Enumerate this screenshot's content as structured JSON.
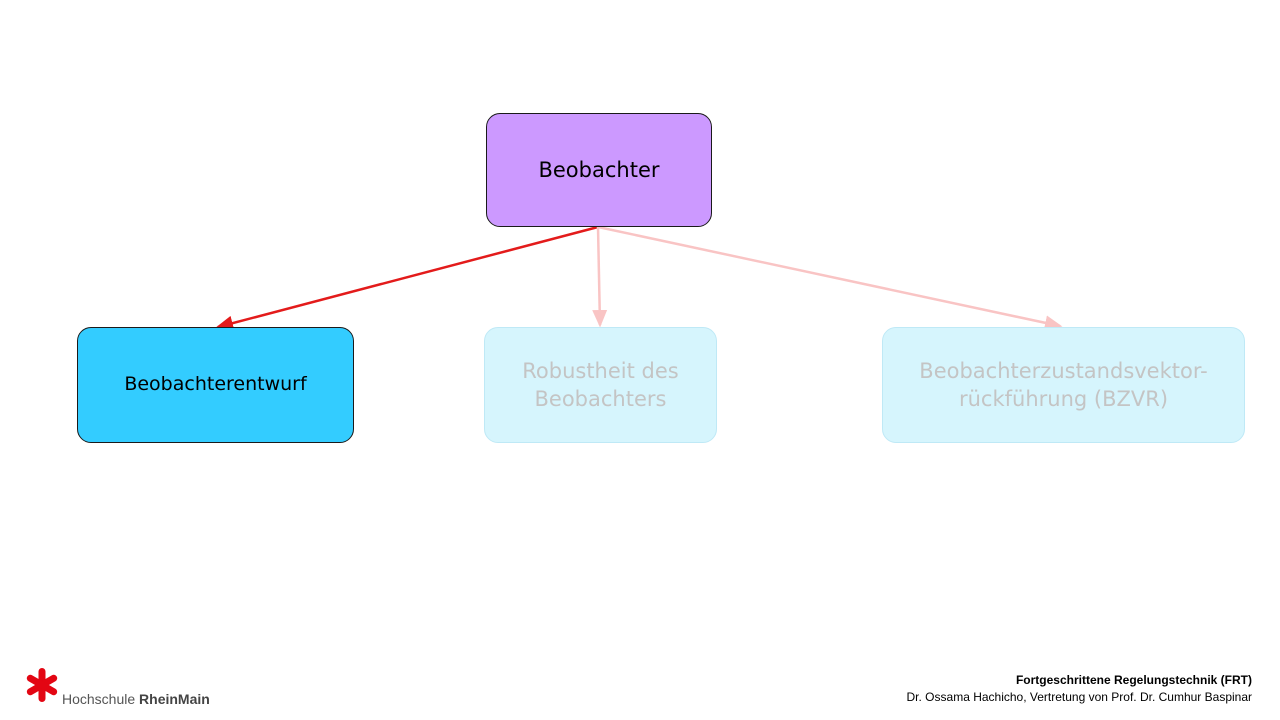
{
  "diagram": {
    "root": {
      "label": "Beobachter",
      "color": "#cc99ff"
    },
    "children": [
      {
        "label": "Beobachterentwurf",
        "state": "active",
        "color": "#33ccff"
      },
      {
        "label": "Robustheit des\nBeobachters",
        "state": "faded",
        "color": "#d6f5fd"
      },
      {
        "label": "Beobachterzustandsvektor-\nrückführung (BZVR)",
        "state": "faded",
        "color": "#d6f5fd"
      }
    ],
    "arrow_colors": {
      "active": "#e31b1b",
      "faded": "#f9c4c4"
    }
  },
  "footer": {
    "logo": {
      "name": "Hochschule",
      "name_bold": "RheinMain",
      "icon": "asterisk-logo-icon",
      "color": "#e30613"
    },
    "course": "Fortgeschrittene Regelungstechnik (FRT)",
    "lecturer": "Dr. Ossama Hachicho, Vertretung von Prof. Dr. Cumhur Baspinar"
  }
}
